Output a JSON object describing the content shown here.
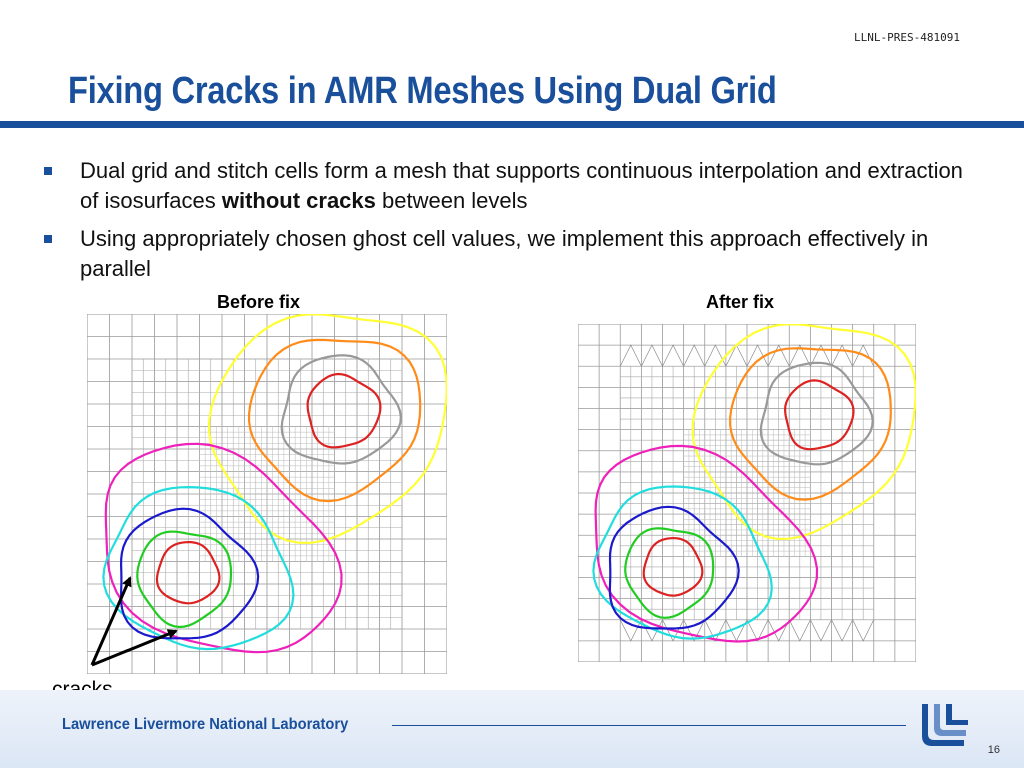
{
  "header": {
    "doc_id": "LLNL-PRES-481091",
    "title": "Fixing Cracks in AMR Meshes Using Dual Grid"
  },
  "bullets": [
    {
      "text_before": "Dual grid and stitch cells form a mesh that supports continuous interpolation and extraction of isosurfaces ",
      "bold": "without cracks",
      "text_after": " between levels"
    },
    {
      "text_before": "Using appropriately chosen ghost cell values, we implement this approach effectively in parallel",
      "bold": "",
      "text_after": ""
    }
  ],
  "figures": {
    "before_label": "Before fix",
    "after_label": "After fix",
    "annotation": "cracks",
    "contour_colors": [
      "#ffff33",
      "#ff8c1a",
      "#999999",
      "#dd2222",
      "#ee22bb",
      "#22dddd",
      "#1a1acc",
      "#22cc22"
    ]
  },
  "footer": {
    "lab_name": "Lawrence Livermore National Laboratory",
    "page_number": "16",
    "accent": "#1a4f9c"
  }
}
